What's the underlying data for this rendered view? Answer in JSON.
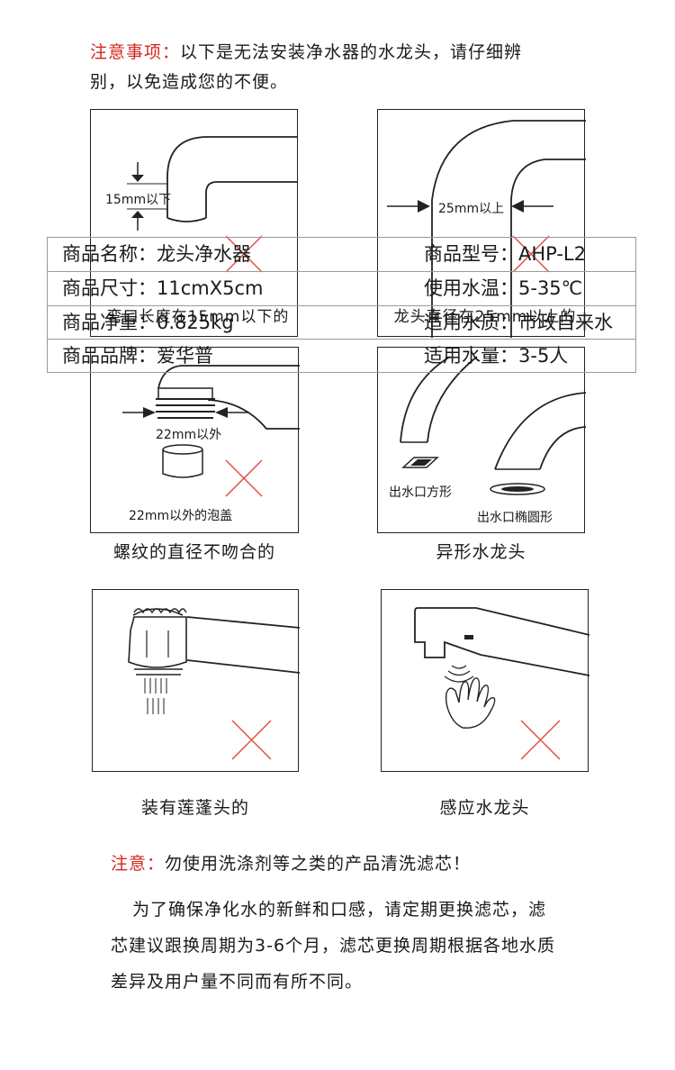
{
  "notice": {
    "label": "注意事项：",
    "line1": "以下是无法安装净水器的水龙头，请仔细辨",
    "line2": "别，以免造成您的不便。"
  },
  "panels": {
    "p1": {
      "dim": "15mm以下",
      "caption": "弯口长度在15mm以下的"
    },
    "p2": {
      "dim": "25mm以上",
      "caption": "龙头直径在25mm以上的"
    },
    "p3": {
      "dim": "22mm以外",
      "sub": "22mm以外的泡盖",
      "caption": "螺纹的直径不吻合的"
    },
    "p4": {
      "label_a": "出水口方形",
      "label_b": "出水口椭圆形",
      "caption": "异形水龙头"
    },
    "p5": {
      "caption": "装有莲蓬头的"
    },
    "p6": {
      "caption": "感应水龙头"
    }
  },
  "spec": {
    "rows": [
      {
        "left": "商品名称：龙头净水器",
        "right": "商品型号：AHP-L2"
      },
      {
        "left": "商品尺寸：11cmX5cm",
        "right": "使用水温：5-35℃"
      },
      {
        "left": "商品净重：0.825kg",
        "right": "适用水质：市政自来水"
      },
      {
        "left": "商品品牌：爱华普",
        "right": "适用水量：3-5人"
      }
    ]
  },
  "note": {
    "label": "注意：",
    "text": "勿使用洗涤剂等之类的产品清洗滤芯！"
  },
  "paragraph": {
    "line1": "为了确保净化水的新鲜和口感，请定期更换滤芯，滤",
    "line2": "芯建议跟换周期为3-6个月，滤芯更换周期根据各地水质",
    "line3": "差异及用户量不同而有所不同。"
  },
  "colors": {
    "accent": "#d2261c",
    "cross": "#e04a40",
    "line": "#222222",
    "spec_border": "#9a9a9a"
  }
}
